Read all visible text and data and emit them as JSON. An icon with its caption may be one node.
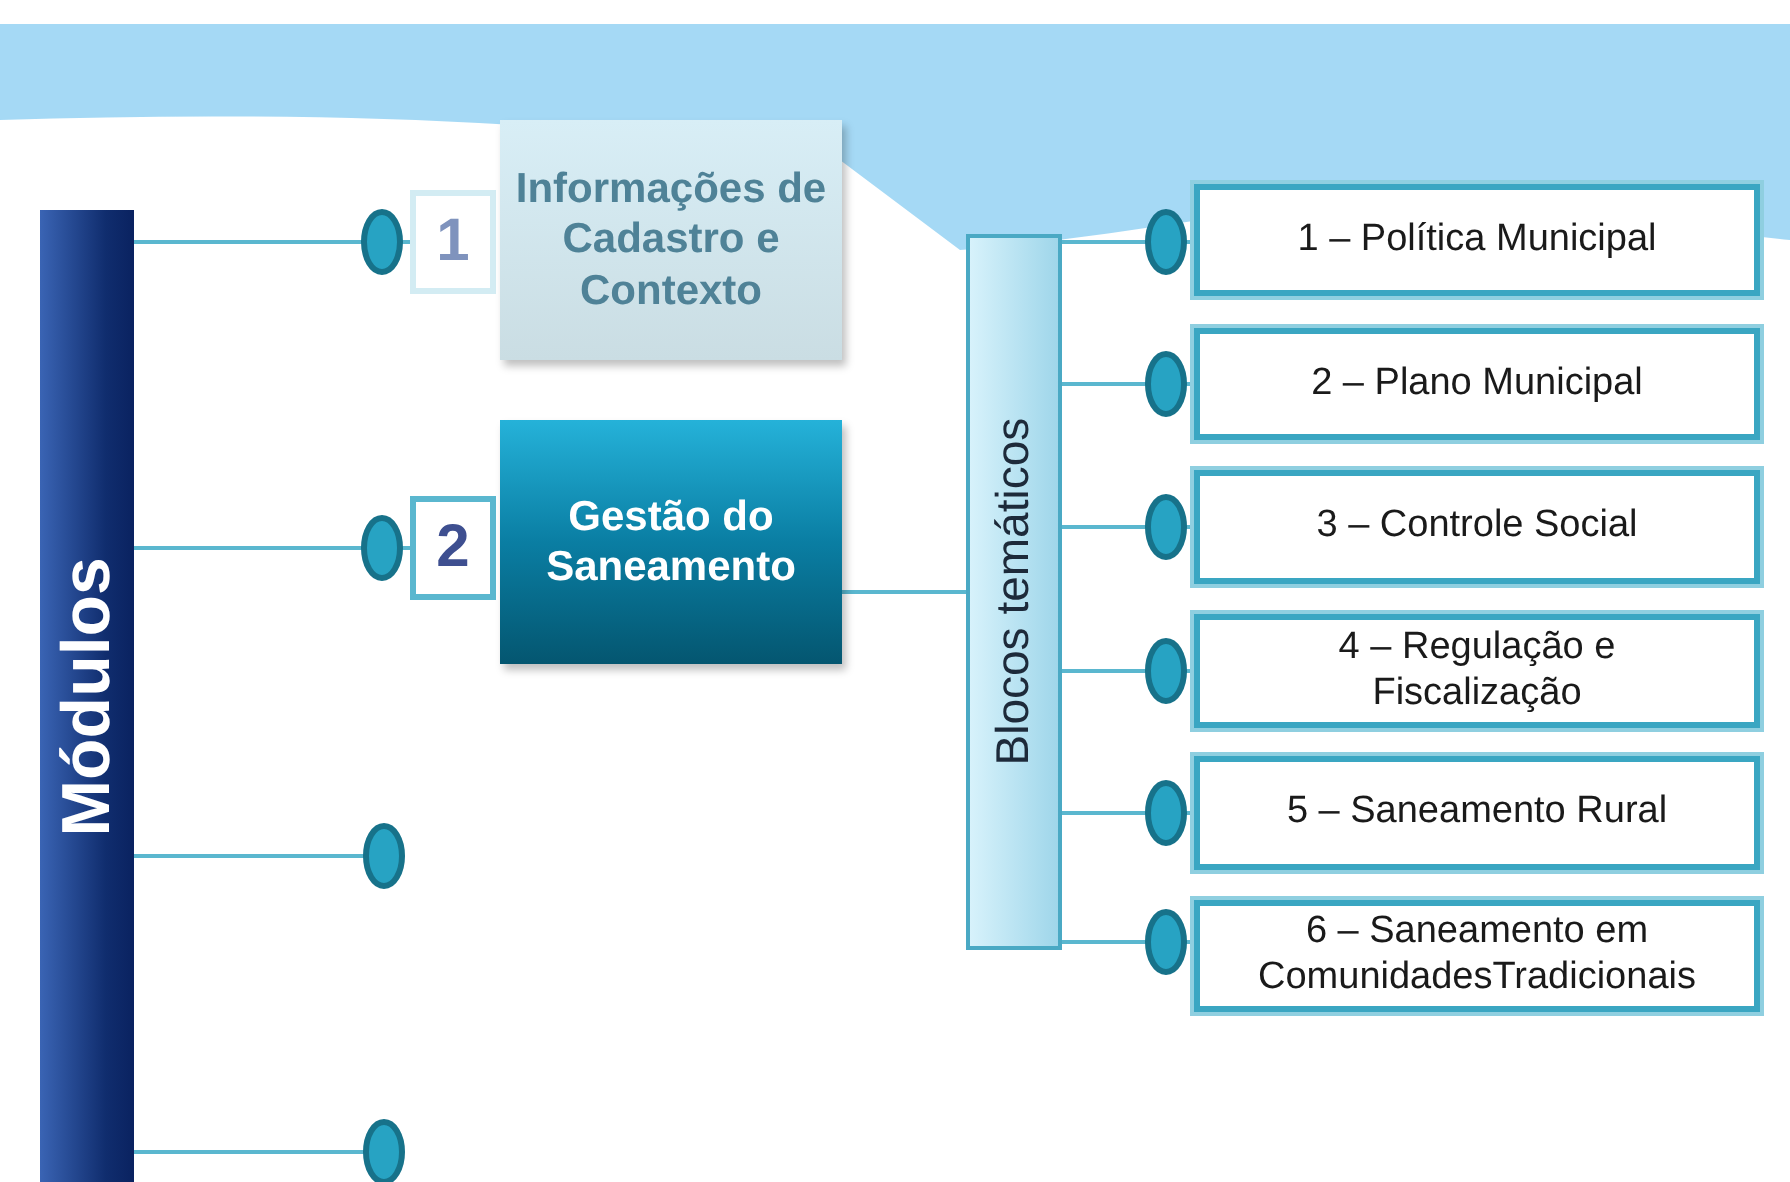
{
  "diagram": {
    "nodes": [
      {
        "text": [
          "Módulos"
        ]
      },
      {
        "text": [
          "1"
        ]
      },
      {
        "text": [
          "Informações de Cadastro e Contexto"
        ]
      },
      {
        "text": [
          "2"
        ]
      },
      {
        "text": [
          "Gestão do Saneamento"
        ]
      },
      {
        "text": [
          "Blocos temáticos"
        ]
      },
      {
        "text": [
          "1 – Política Municipal"
        ]
      },
      {
        "text": [
          "2 – Plano Municipal"
        ]
      },
      {
        "text": [
          "3 – Controle Social"
        ]
      },
      {
        "text": [
          "4 – Regulação e Fiscalização"
        ]
      },
      {
        "text": [
          "5 – Saneamento Rural"
        ]
      },
      {
        "text": [
          "6 – Saneamento em ComunidadesTradicionais"
        ]
      }
    ],
    "edges": [
      {
        "from": 0,
        "to": 1,
        "arrow": "other"
      },
      {
        "from": 0,
        "to": 3,
        "arrow": "other"
      },
      {
        "from": 0,
        "to": null,
        "arrow": "other"
      },
      {
        "from": 0,
        "to": null,
        "arrow": "other"
      },
      {
        "from": 4,
        "to": 5,
        "arrow": "none"
      },
      {
        "from": 5,
        "to": 6,
        "arrow": "other"
      },
      {
        "from": 5,
        "to": 7,
        "arrow": "other"
      },
      {
        "from": 5,
        "to": 8,
        "arrow": "other"
      },
      {
        "from": 5,
        "to": 9,
        "arrow": "other"
      },
      {
        "from": 5,
        "to": 10,
        "arrow": "other"
      },
      {
        "from": 5,
        "to": 11,
        "arrow": "other"
      }
    ]
  }
}
